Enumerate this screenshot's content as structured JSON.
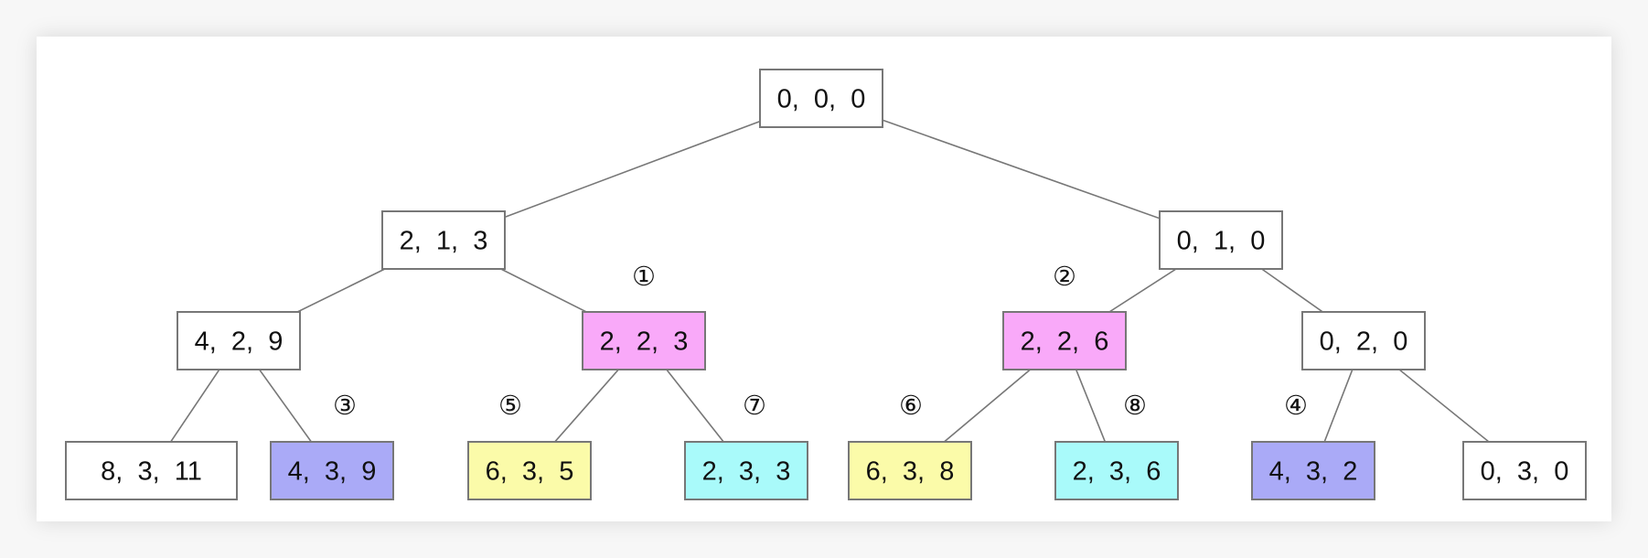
{
  "colors": {
    "white": "#ffffff",
    "magenta": "#f9a9f9",
    "blue": "#aaaaf7",
    "yellow": "#fbfba9",
    "cyan": "#a9fafa"
  },
  "nodes": [
    {
      "id": "root",
      "label": "0, 0, 0",
      "color": "white"
    },
    {
      "id": "l1-left",
      "label": "2, 1, 3",
      "color": "white"
    },
    {
      "id": "l1-right",
      "label": "0, 1, 0",
      "color": "white"
    },
    {
      "id": "l2-a",
      "label": "4, 2, 9",
      "color": "white"
    },
    {
      "id": "l2-b",
      "label": "2, 2, 3",
      "color": "magenta",
      "order": "①"
    },
    {
      "id": "l2-c",
      "label": "2, 2, 6",
      "color": "magenta",
      "order": "②"
    },
    {
      "id": "l2-d",
      "label": "0, 2, 0",
      "color": "white"
    },
    {
      "id": "l3-a",
      "label": "8, 3, 11",
      "color": "white"
    },
    {
      "id": "l3-b",
      "label": "4, 3, 9",
      "color": "blue",
      "order": "③"
    },
    {
      "id": "l3-c",
      "label": "6, 3, 5",
      "color": "yellow",
      "order": "⑤"
    },
    {
      "id": "l3-d",
      "label": "2, 3, 3",
      "color": "cyan",
      "order": "⑦"
    },
    {
      "id": "l3-e",
      "label": "6, 3, 8",
      "color": "yellow",
      "order": "⑥"
    },
    {
      "id": "l3-f",
      "label": "2, 3, 6",
      "color": "cyan",
      "order": "⑧"
    },
    {
      "id": "l3-g",
      "label": "4, 3, 2",
      "color": "blue",
      "order": "④"
    },
    {
      "id": "l3-h",
      "label": "0, 3, 0",
      "color": "white"
    }
  ],
  "edges": [
    [
      "root",
      "l1-left"
    ],
    [
      "root",
      "l1-right"
    ],
    [
      "l1-left",
      "l2-a"
    ],
    [
      "l1-left",
      "l2-b"
    ],
    [
      "l1-right",
      "l2-c"
    ],
    [
      "l1-right",
      "l2-d"
    ],
    [
      "l2-a",
      "l3-a"
    ],
    [
      "l2-a",
      "l3-b"
    ],
    [
      "l2-b",
      "l3-c"
    ],
    [
      "l2-b",
      "l3-d"
    ],
    [
      "l2-c",
      "l3-e"
    ],
    [
      "l2-c",
      "l3-f"
    ],
    [
      "l2-d",
      "l3-g"
    ],
    [
      "l2-d",
      "l3-h"
    ]
  ]
}
